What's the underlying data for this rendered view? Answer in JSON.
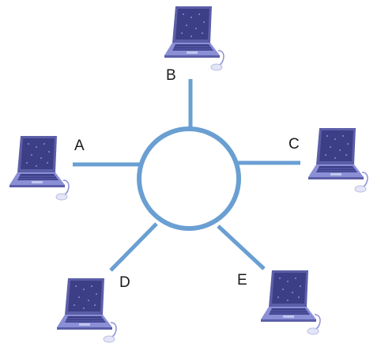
{
  "network": {
    "topology": "ring-hub",
    "hub_color": "#6a9fd2",
    "nodes": [
      {
        "id": "A",
        "label": "A",
        "icon": "laptop-icon"
      },
      {
        "id": "B",
        "label": "B",
        "icon": "laptop-icon"
      },
      {
        "id": "C",
        "label": "C",
        "icon": "laptop-icon"
      },
      {
        "id": "D",
        "label": "D",
        "icon": "laptop-icon"
      },
      {
        "id": "E",
        "label": "E",
        "icon": "laptop-icon"
      }
    ]
  },
  "colors": {
    "laptop_body": "#8a8fd6",
    "laptop_dark": "#5b5fa8",
    "laptop_screen": "#3c3f86",
    "laptop_light": "#c3c6ee"
  }
}
